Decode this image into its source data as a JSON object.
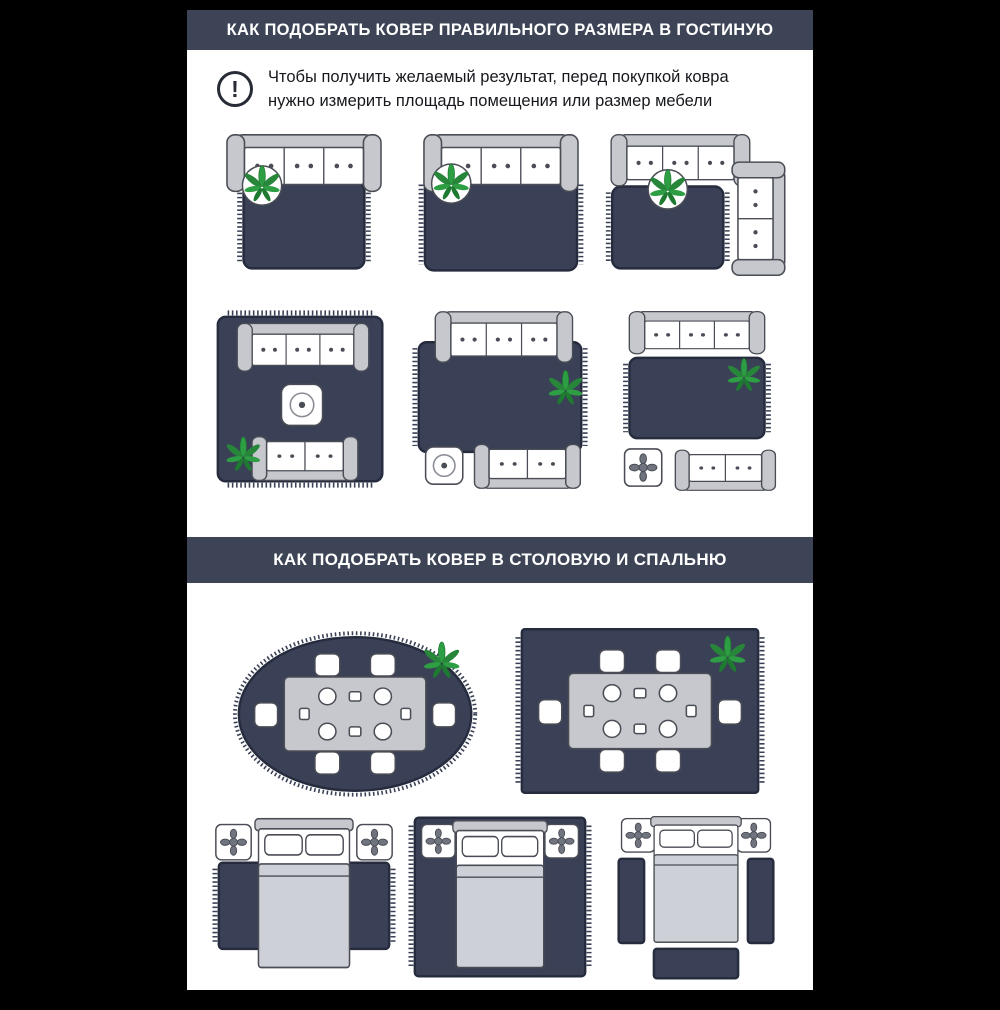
{
  "sections": {
    "living": {
      "title": "КАК ПОДОБРАТЬ КОВЕР ПРАВИЛЬНОГО РАЗМЕРА В ГОСТИНУЮ"
    },
    "dining_bedroom": {
      "title": "КАК ПОДОБРАТЬ КОВЕР В СТОЛОВУЮ И СПАЛЬНЮ"
    }
  },
  "note": {
    "icon": "exclamation-circle-icon",
    "exclamation_mark": "!",
    "text": "Чтобы получить желаемый результат, перед покупкой ковра нужно измерить площадь помещения или размер мебели"
  },
  "diagrams": {
    "living": [
      "rug-smaller-than-sofa",
      "rug-under-front-legs",
      "corner-sofa-with-rug",
      "all-furniture-on-rug",
      "front-legs-on-rug-group",
      "rug-between-furniture"
    ],
    "dining": [
      "oval-rug-dining-set",
      "rectangular-rug-dining-set"
    ],
    "bedroom": [
      "rug-under-lower-part-of-bed",
      "rug-under-entire-bed",
      "runner-rugs-around-bed"
    ]
  },
  "colors": {
    "header_bg": "#3d4456",
    "rug": "#3a4157",
    "rug_border": "#262b3e",
    "furn_gray": "#c6c8cd",
    "outline": "#4a4d55",
    "plant": "#2e9e44"
  }
}
